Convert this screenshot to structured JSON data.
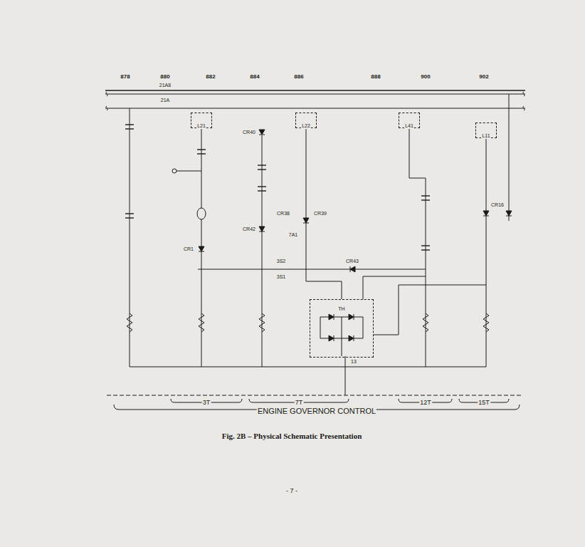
{
  "diagram": {
    "caption": "Fig. 2B – Physical Schematic Presentation",
    "nodes": [
      {
        "text": [
          "L21"
        ]
      },
      {
        "text": [
          "L22"
        ]
      },
      {
        "text": [
          "L41"
        ]
      },
      {
        "text": [
          "L11"
        ]
      },
      {
        "text": [
          "TH"
        ]
      }
    ],
    "edges": [
      {
        "from": 1,
        "to": 4,
        "arrow": "none"
      }
    ],
    "labels": [
      "878",
      "880",
      "882",
      "884",
      "886",
      "888",
      "900",
      "902",
      "21A8",
      "21A",
      "3T",
      "7T",
      "12T",
      "15T",
      "ENGINE GOVERNOR CONTROL",
      "- 7 -",
      "13",
      "CR40",
      "CR42",
      "CR38",
      "CR39",
      "CR43",
      "CR1",
      "CR16",
      "7A1",
      "3S2",
      "3S1"
    ]
  }
}
